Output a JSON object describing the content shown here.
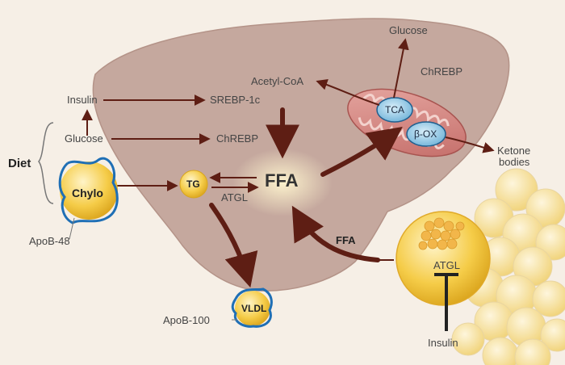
{
  "labels": {
    "diet": "Diet",
    "insulin_top": "Insulin",
    "glucose_left": "Glucose",
    "chylo": "Chylo",
    "apob48": "ApoB-48",
    "srebp": "SREBP-1c",
    "chrebp_mid": "ChREBP",
    "acetyl_coa": "Acetyl-CoA",
    "tg": "TG",
    "atgl_liver": "ATGL",
    "ffa_center": "FFA",
    "glucose_top": "Glucose",
    "chrebp_top": "ChREBP",
    "tca": "TCA",
    "beta_ox": "β-OX",
    "ketone": "Ketone",
    "bodies": "bodies",
    "ffa_arrow": "FFA",
    "atgl_adipo": "ATGL",
    "insulin_bottom": "Insulin",
    "vldl": "VLDL",
    "apob100": "ApoB-100"
  },
  "colors": {
    "background": "#f6efe6",
    "liver": "#c5a89e",
    "arrow": "#5e1e14",
    "fat": "#f3c84a",
    "membrane": "#1f6fb5",
    "organelle": "#9fcde8"
  }
}
